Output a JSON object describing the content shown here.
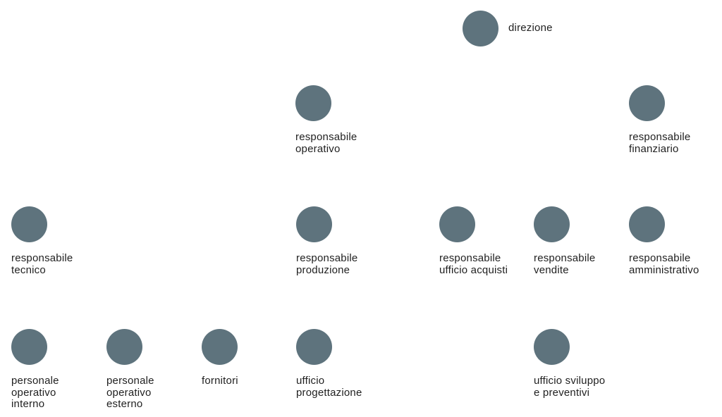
{
  "diagram": {
    "node_color": "#5e737d",
    "text_color": "#1f1f1f",
    "nodes": [
      {
        "id": "direzione",
        "label": "direzione"
      },
      {
        "id": "responsabile-operativo",
        "label": "responsabile\noperativo"
      },
      {
        "id": "responsabile-finanziario",
        "label": "responsabile\nfinanziario"
      },
      {
        "id": "responsabile-tecnico",
        "label": "responsabile\ntecnico"
      },
      {
        "id": "responsabile-produzione",
        "label": "responsabile\nproduzione"
      },
      {
        "id": "responsabile-ufficio-acquisti",
        "label": "responsabile\nufficio acquisti"
      },
      {
        "id": "responsabile-vendite",
        "label": "responsabile\nvendite"
      },
      {
        "id": "responsabile-amministrativo",
        "label": "responsabile\namministrativo"
      },
      {
        "id": "personale-operativo-interno",
        "label": "personale\noperativo\ninterno"
      },
      {
        "id": "personale-operativo-esterno",
        "label": "personale\noperativo\nesterno"
      },
      {
        "id": "fornitori",
        "label": "fornitori"
      },
      {
        "id": "ufficio-progettazione",
        "label": "ufficio\nprogettazione"
      },
      {
        "id": "ufficio-sviluppo-e-preventivi",
        "label": "ufficio sviluppo\ne preventivi"
      }
    ]
  }
}
